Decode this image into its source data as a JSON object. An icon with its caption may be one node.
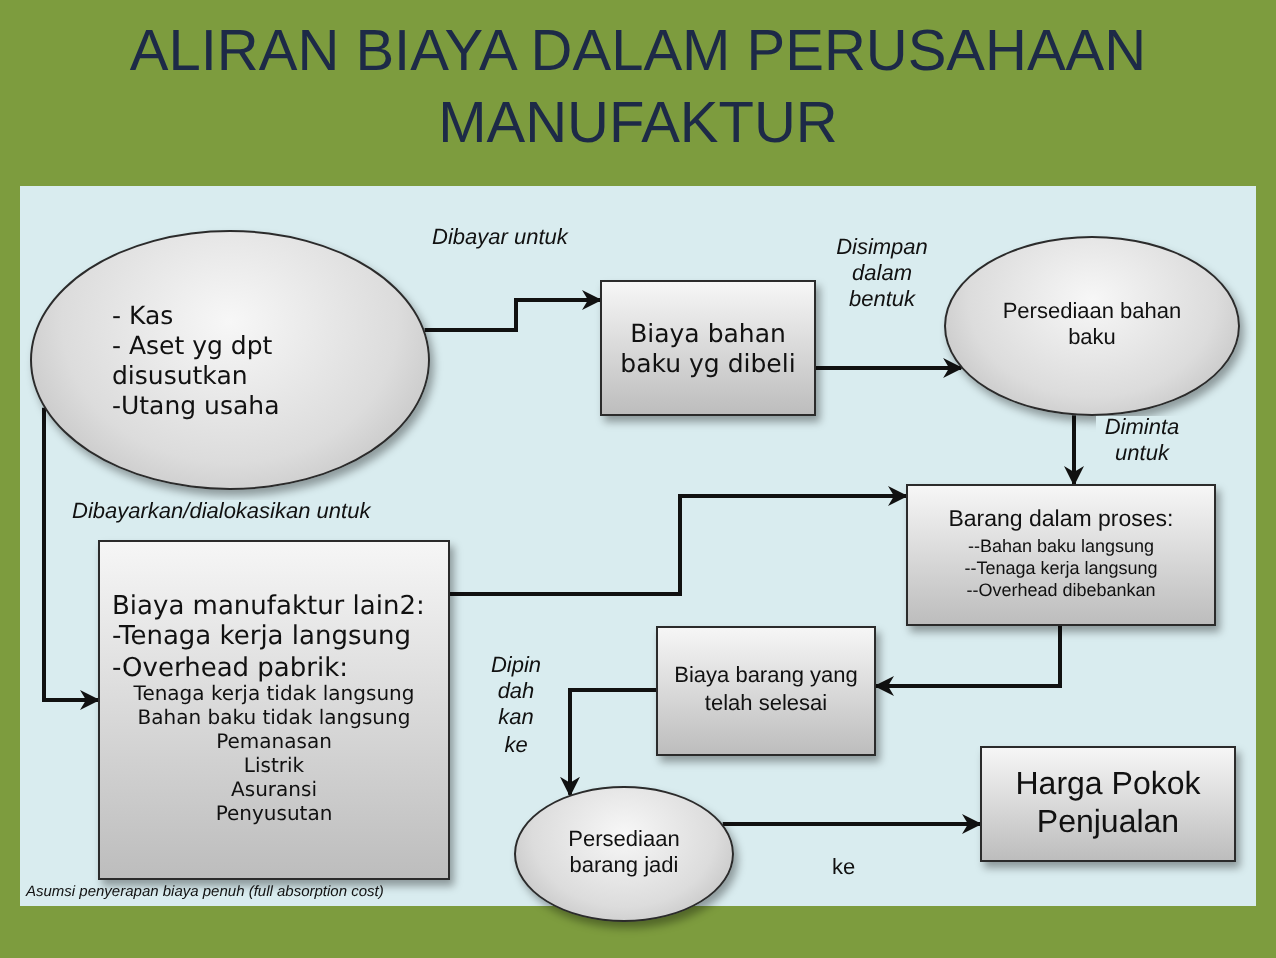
{
  "diagram": {
    "title": "ALIRAN BIAYA DALAM PERUSAHAAN MANUFAKTUR",
    "nodes": [
      {
        "text": [
          "- Kas",
          "- Aset yg dpt disusutkan",
          "-Utang usaha"
        ]
      },
      {
        "text": [
          "Biaya bahan baku yg dibeli"
        ]
      },
      {
        "text": [
          "Persediaan bahan baku"
        ]
      },
      {
        "text": [
          "Barang dalam proses:",
          "--Bahan baku langsung",
          "--Tenaga kerja langsung",
          "--Overhead dibebankan"
        ]
      },
      {
        "text": [
          "Biaya manufaktur lain2:",
          "-Tenaga kerja langsung",
          "-Overhead pabrik:",
          "Tenaga kerja tidak langsung",
          "Bahan baku tidak langsung",
          "Pemanasan",
          "Listrik",
          "Asuransi",
          "Penyusutan"
        ]
      },
      {
        "text": [
          "Biaya barang yang telah selesai"
        ]
      },
      {
        "text": [
          "Persediaan barang jadi"
        ]
      },
      {
        "text": [
          "Harga Pokok Penjualan"
        ]
      }
    ],
    "edges": [
      {
        "from": 0,
        "to": 1,
        "arrow": "to",
        "label": "Dibayar untuk"
      },
      {
        "from": 1,
        "to": 2,
        "arrow": "to",
        "label": "Disimpan dalam bentuk"
      },
      {
        "from": 2,
        "to": 3,
        "arrow": "to",
        "label": "Diminta untuk"
      },
      {
        "from": 0,
        "to": 4,
        "arrow": "to",
        "label": "Dibayarkan/dialokasikan untuk"
      },
      {
        "from": 4,
        "to": 3,
        "arrow": "to"
      },
      {
        "from": 3,
        "to": 5,
        "arrow": "to"
      },
      {
        "from": 5,
        "to": 6,
        "arrow": "to",
        "label": "Dipin dah kan ke"
      },
      {
        "from": 6,
        "to": 7,
        "arrow": "to",
        "label": "ke"
      }
    ],
    "labels": [
      "Asumsi penyerapan biaya penuh (full absorption cost)"
    ]
  }
}
